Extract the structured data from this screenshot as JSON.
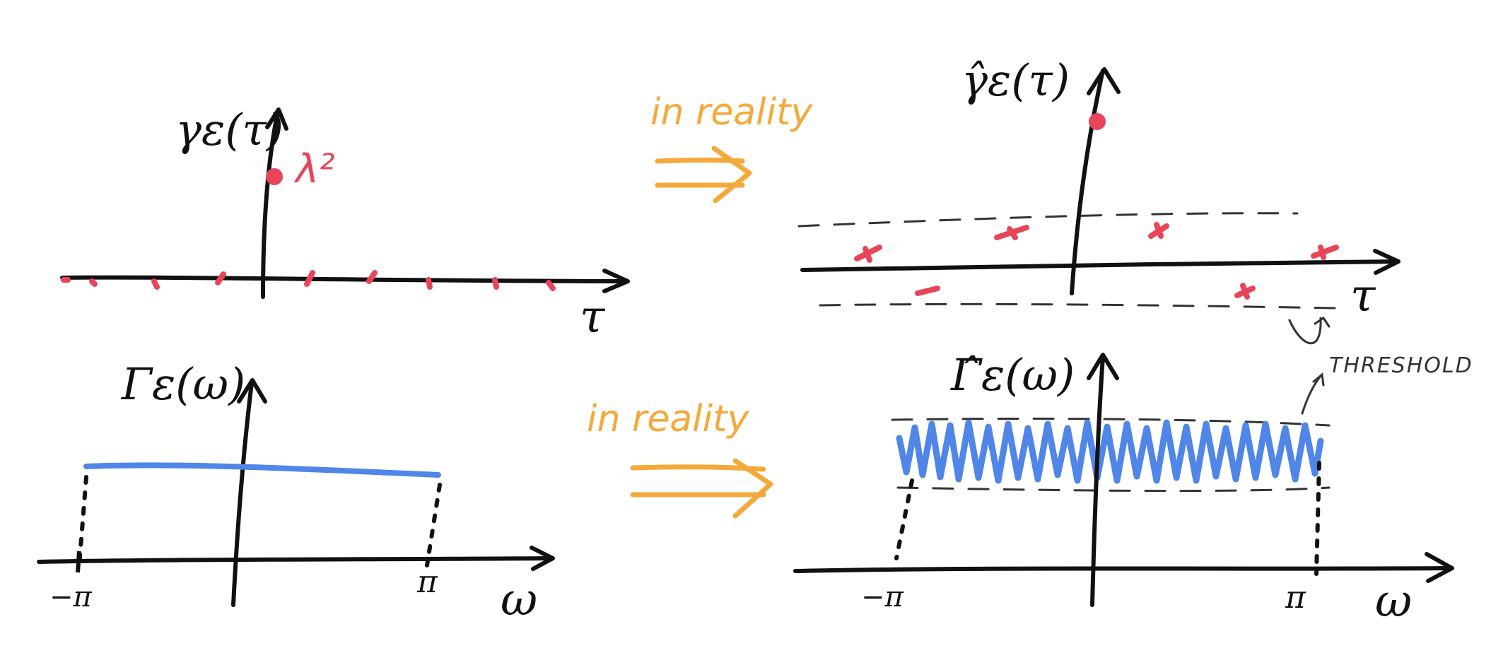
{
  "colors": {
    "ink": "#111111",
    "impulse": "#e8455a",
    "spectrum": "#4f86e8",
    "annotation": "#f5a93a",
    "threshold": "#333333"
  },
  "panels": {
    "top_left": {
      "y_label": "γε(τ)",
      "x_label": "τ",
      "point_label": "λ²"
    },
    "bottom_left": {
      "y_label": "Γε(ω)",
      "x_label": "ω",
      "tick_left": "−π",
      "tick_right": "π"
    },
    "top_right": {
      "y_label": "γ̂ε(τ)",
      "x_label": "τ"
    },
    "bottom_right": {
      "y_label": "Γ̂ε(ω)",
      "x_label": "ω",
      "tick_left": "−π",
      "tick_right": "π",
      "threshold_label": "THRESHOLD"
    }
  },
  "arrows": {
    "top_text": "in reality",
    "bottom_text": "in reality"
  }
}
